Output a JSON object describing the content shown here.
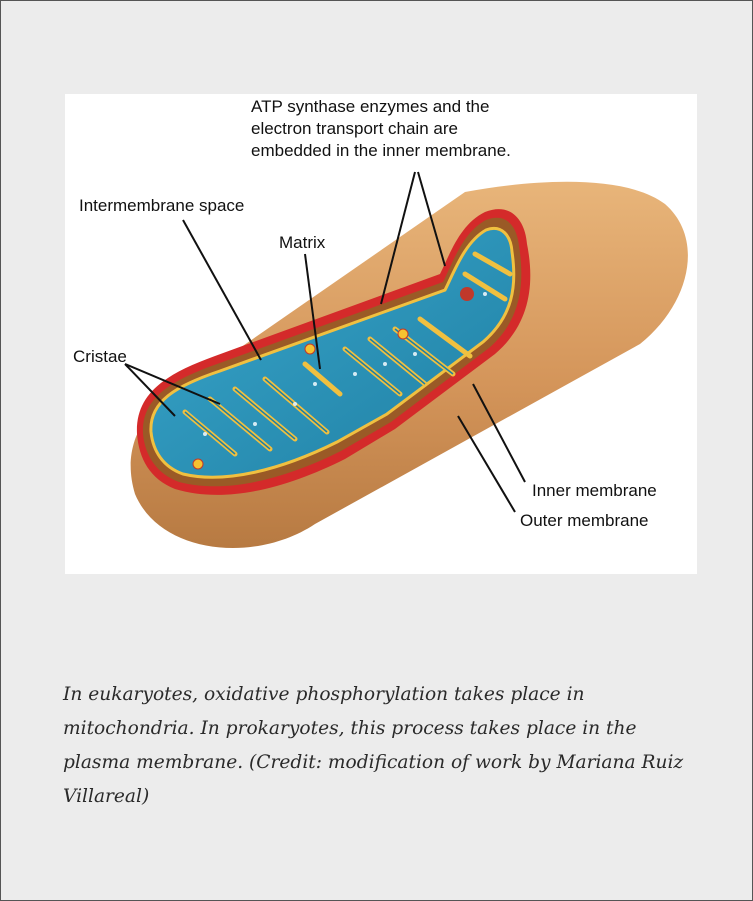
{
  "figure": {
    "labels": {
      "atp_line1": "ATP synthase enzymes and the",
      "atp_line2": "electron transport chain are",
      "atp_line3": "embedded in the inner membrane.",
      "intermembrane": "Intermembrane space",
      "matrix": "Matrix",
      "cristae": "Cristae",
      "inner_membrane": "Inner membrane",
      "outer_membrane": "Outer membrane"
    }
  },
  "caption": "In eukaryotes, oxidative phosphorylation takes place in mitochondria. In prokaryotes, this process takes place in the plasma membrane. (Credit: modification of work by Mariana Ruiz Villareal)",
  "colors": {
    "background": "#ececec",
    "outer_body": "#d49a5c",
    "outer_membrane": "#d42a2a",
    "inner_membrane": "#f0c040",
    "matrix": "#2a93b8"
  }
}
